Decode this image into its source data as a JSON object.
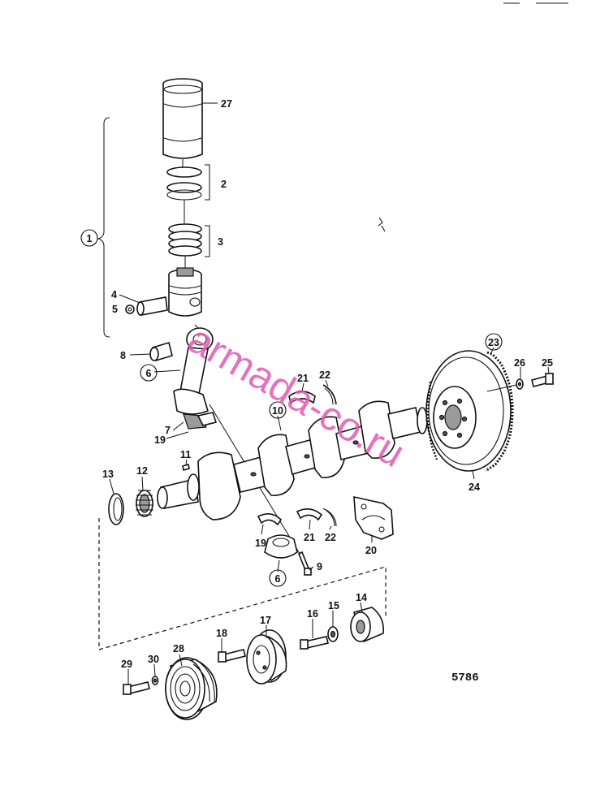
{
  "labels": {
    "l1": "1",
    "l2": "2",
    "l3": "3",
    "l4": "4",
    "l5": "5",
    "l6a": "6",
    "l6b": "6",
    "l7": "7",
    "l8": "8",
    "l9": "9",
    "l10": "10",
    "l11": "11",
    "l12": "12",
    "l13": "13",
    "l14": "14",
    "l15": "15",
    "l16": "16",
    "l17": "17",
    "l18": "18",
    "l19a": "19",
    "l19b": "19",
    "l20": "20",
    "l21a": "21",
    "l21b": "21",
    "l22a": "22",
    "l22b": "22",
    "l23": "23",
    "l24": "24",
    "l25": "25",
    "l26": "26",
    "l27": "27",
    "l28": "28",
    "l29": "29",
    "l30": "30"
  },
  "figure_number": "5786",
  "watermark": "armada-co.ru",
  "colors": {
    "ink": "#111111",
    "watermark": "#e05ab3",
    "background": "#ffffff"
  }
}
